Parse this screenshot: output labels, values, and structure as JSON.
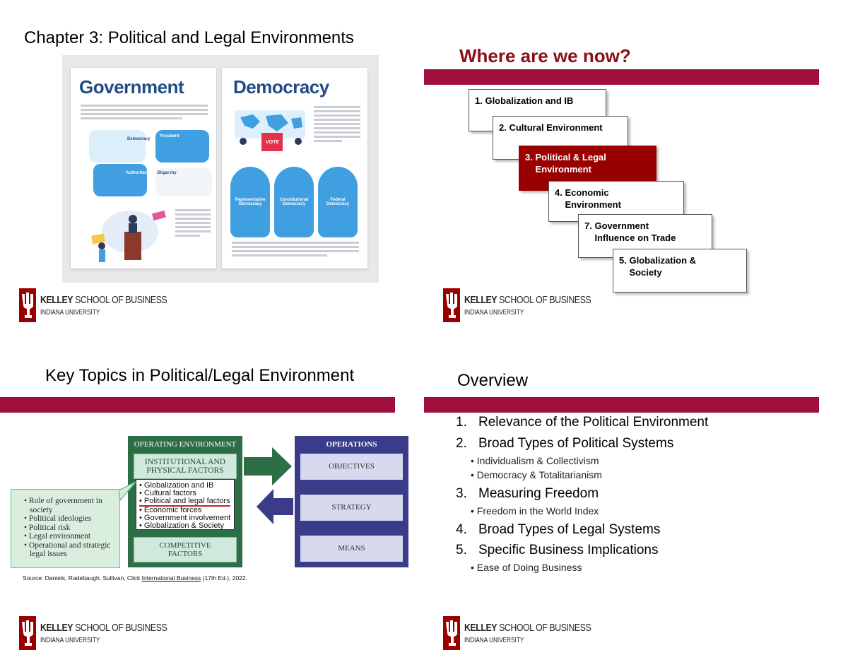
{
  "slide1": {
    "title": "Chapter 3: Political and Legal Environments",
    "poster": {
      "left_page_title": "Government",
      "right_page_title": "Democracy",
      "left_labels": [
        "Democracy",
        "President",
        "Authoritarian",
        "Oligarchy"
      ],
      "right_labels": [
        "Representative Democracy",
        "Constitutional Democracy",
        "Federal Democracy"
      ],
      "vote": "VOTE"
    }
  },
  "slide2": {
    "title": "Where are we now?",
    "steps": [
      "1. Globalization and IB",
      "2. Cultural Environment",
      "3. Political & Legal\n    Environment",
      "4. Economic\n    Environment",
      "7. Government\n    Influence on Trade",
      "5. Globalization &\n    Society"
    ]
  },
  "slide3": {
    "title": "Key Topics in Political/Legal Environment",
    "diagram": {
      "operating_environment": "OPERATING ENVIRONMENT",
      "institutional": "INSTITUTIONAL AND PHYSICAL FACTORS",
      "factors": [
        "• Globalization and IB",
        "• Cultural factors",
        "• Political and legal factors",
        "• Economic forces",
        "• Government involvement",
        "• Globalization & Society"
      ],
      "competitive": "COMPETITIVE FACTORS",
      "operations": "OPERATIONS",
      "objectives": "OBJECTIVES",
      "strategy": "STRATEGY",
      "means": "MEANS",
      "callout_items": [
        "• Role of government in society",
        "• Political ideologies",
        "• Political risk",
        "• Legal environment",
        "• Operational and strategic legal issues"
      ]
    },
    "source_prefix": "Source: Daniels, Radebaugh, Sullivan, Click ",
    "source_link": "International Business",
    "source_suffix": " (17th Ed.), 2022."
  },
  "slide4": {
    "title": "Overview",
    "items": [
      {
        "num": "1.",
        "text": "Relevance of the Political Environment",
        "subs": []
      },
      {
        "num": "2.",
        "text": "Broad Types of Political Systems",
        "subs": [
          "• Individualism & Collectivism",
          "• Democracy & Totalitarianism"
        ]
      },
      {
        "num": "3.",
        "text": "Measuring Freedom",
        "subs": [
          "• Freedom in the World Index"
        ]
      },
      {
        "num": "4.",
        "text": "Broad Types of Legal Systems",
        "subs": []
      },
      {
        "num": "5.",
        "text": "Specific Business Implications",
        "subs": [
          "• Ease of Doing Business"
        ]
      }
    ]
  },
  "logo": {
    "name_bold": "KELLEY",
    "name_rest": " SCHOOL OF BUSINESS",
    "sub": "INDIANA UNIVERSITY"
  },
  "colors": {
    "accent_bar": "#a00f3c",
    "iu_crimson": "#990000",
    "title_red": "#8b0f1a",
    "diagram_green": "#2d6e46",
    "diagram_navy": "#3a3b89"
  }
}
